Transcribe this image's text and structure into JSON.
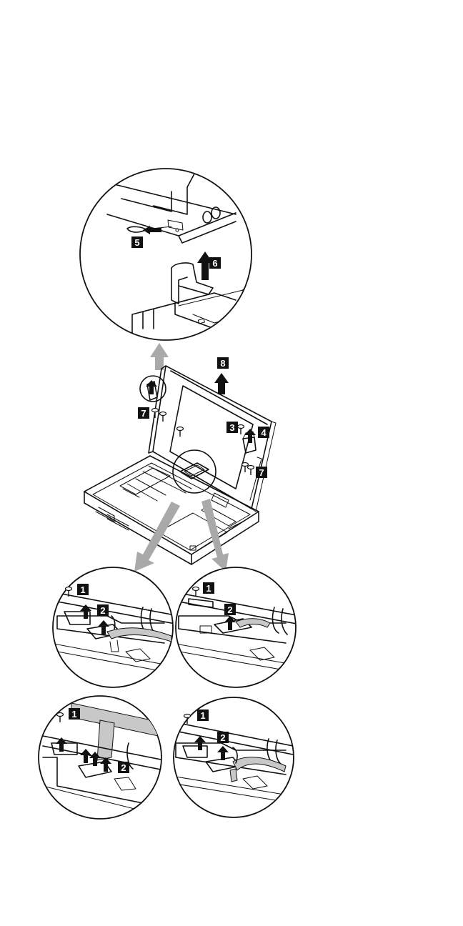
{
  "callouts": {
    "c1a": "1",
    "c2a": "2",
    "c1b": "1",
    "c2b": "2",
    "c1c": "1",
    "c2c": "2",
    "c1d": "1",
    "c2d": "2",
    "c3": "3",
    "c4": "4",
    "c5": "5",
    "c6": "6",
    "c7a": "7",
    "c7b": "7",
    "c8": "8"
  },
  "colors": {
    "line": "#111111",
    "callout_bg": "#111111",
    "callout_text": "#ffffff",
    "guide_arrow": "#a9a9a9",
    "cable": "#c8c8c8"
  },
  "icons": [
    "screw-icon",
    "up-arrow-icon",
    "right-arrow-icon",
    "zoom-arrow-icon"
  ]
}
